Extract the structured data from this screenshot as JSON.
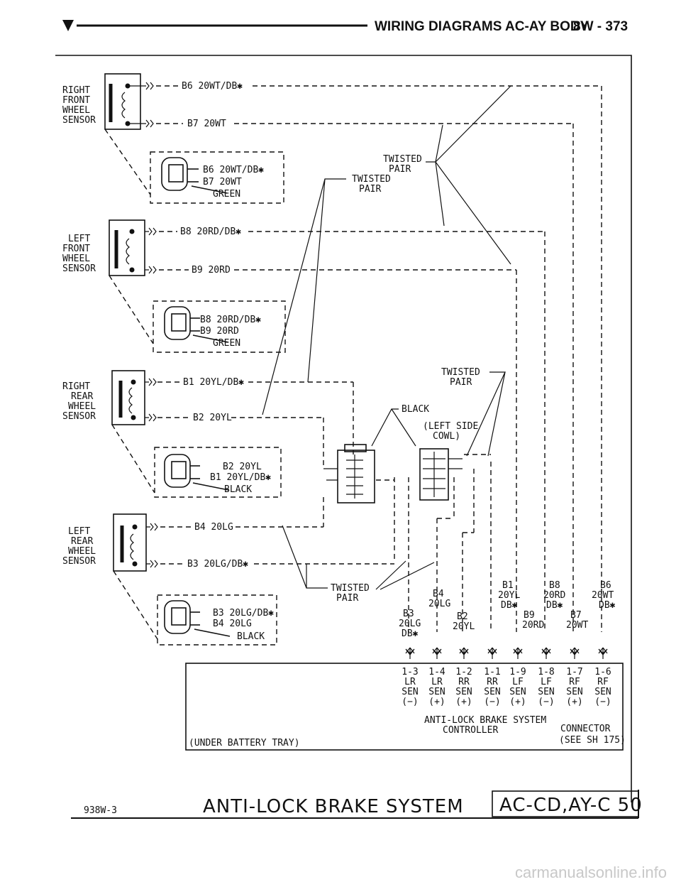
{
  "header": {
    "title": "WIRING DIAGRAMS AC-AY BODY",
    "page": "8W - 373"
  },
  "sensors": [
    {
      "name": [
        "RIGHT",
        "FRONT",
        "WHEEL",
        "SENSOR"
      ],
      "wire_top": "B6 20WT/DB✱",
      "wire_bottom": "B7 20WT",
      "conn": [
        "B6 20WT/DB✱",
        "B7 20WT",
        "GREEN"
      ]
    },
    {
      "name": [
        "LEFT",
        "FRONT",
        "WHEEL",
        "SENSOR"
      ],
      "wire_top": "B8 20RD/DB✱",
      "wire_bottom": "B9 20RD",
      "conn": [
        "B8 20RD/DB✱",
        "B9 20RD",
        "GREEN"
      ]
    },
    {
      "name": [
        "RIGHT",
        "REAR",
        "WHEEL",
        "SENSOR"
      ],
      "wire_top": "B1 20YL/DB✱",
      "wire_bottom": "B2 20YL",
      "conn": [
        "B2 20YL",
        "B1 20YL/DB✱",
        "BLACK"
      ]
    },
    {
      "name": [
        "LEFT",
        "REAR",
        "WHEEL",
        "SENSOR"
      ],
      "wire_top": "B4 20LG",
      "wire_bottom": "B3 20LG/DB✱",
      "conn": [
        "B3 20LG/DB✱",
        "B4 20LG",
        "BLACK"
      ]
    }
  ],
  "labels": {
    "twisted_pair": [
      "TWISTED",
      "PAIR"
    ],
    "black": "BLACK",
    "left_side_cowl": [
      "(LEFT SIDE",
      "COWL)"
    ]
  },
  "wire_labels": [
    {
      "lines": [
        "B3",
        "20LG",
        "DB✱"
      ]
    },
    {
      "lines": [
        "B4",
        "20LG"
      ]
    },
    {
      "lines": [
        "B2",
        "20YL"
      ]
    },
    {
      "lines": [
        "B1",
        "20YL",
        "DB✱"
      ]
    },
    {
      "lines": [
        "B9",
        "20RD"
      ]
    },
    {
      "lines": [
        "B8",
        "20RD",
        "DB✱"
      ]
    },
    {
      "lines": [
        "B7",
        "20WT"
      ]
    },
    {
      "lines": [
        "B6",
        "20WT",
        "DB✱"
      ]
    }
  ],
  "pins": [
    {
      "id": "1-3",
      "pos": "LR",
      "sen": "SEN",
      "pol": "(−)"
    },
    {
      "id": "1-4",
      "pos": "LR",
      "sen": "SEN",
      "pol": "(+)"
    },
    {
      "id": "1-2",
      "pos": "RR",
      "sen": "SEN",
      "pol": "(+)"
    },
    {
      "id": "1-1",
      "pos": "RR",
      "sen": "SEN",
      "pol": "(−)"
    },
    {
      "id": "1-9",
      "pos": "LF",
      "sen": "SEN",
      "pol": "(+)"
    },
    {
      "id": "1-8",
      "pos": "LF",
      "sen": "SEN",
      "pol": "(−)"
    },
    {
      "id": "1-7",
      "pos": "RF",
      "sen": "SEN",
      "pol": "(+)"
    },
    {
      "id": "1-6",
      "pos": "RF",
      "sen": "SEN",
      "pol": "(−)"
    }
  ],
  "controller": {
    "name": [
      "ANTI-LOCK BRAKE SYSTEM",
      "CONTROLLER"
    ],
    "location": "(UNDER BATTERY TRAY)",
    "connector": [
      "CONNECTOR",
      "(SEE SH 175)"
    ]
  },
  "footer": {
    "code": "938W-3",
    "system": "ANTI-LOCK BRAKE SYSTEM",
    "ref": "AC-CD,AY-C 50"
  },
  "watermark": "carmanualsonline.info"
}
